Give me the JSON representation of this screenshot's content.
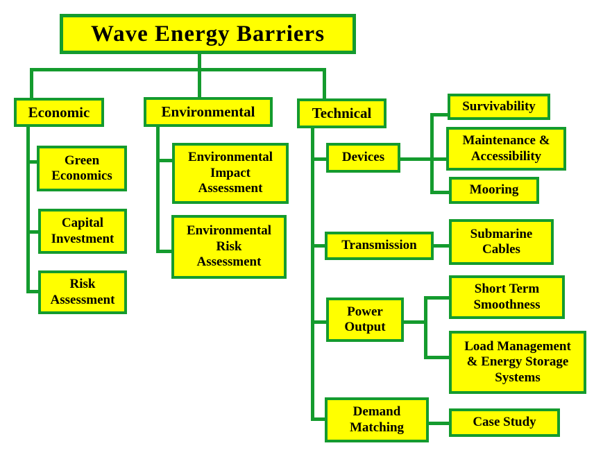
{
  "diagram": {
    "colors": {
      "box_fill": "#ffff00",
      "box_border": "#149b2e",
      "connector": "#149b2e",
      "text": "#000000",
      "background": "#ffffff"
    },
    "nodes": {
      "title": {
        "label": "Wave Energy Barriers"
      },
      "economic": {
        "label": "Economic"
      },
      "green_economics": {
        "label": "Green\nEconomics"
      },
      "capital_investment": {
        "label": "Capital\nInvestment"
      },
      "risk_assessment": {
        "label": "Risk\nAssessment"
      },
      "environmental": {
        "label": "Environmental"
      },
      "env_impact": {
        "label": "Environmental\nImpact\nAssessment"
      },
      "env_risk": {
        "label": "Environmental\nRisk\nAssessment"
      },
      "technical": {
        "label": "Technical"
      },
      "devices": {
        "label": "Devices"
      },
      "survivability": {
        "label": "Survivability"
      },
      "maintenance": {
        "label": "Maintenance &\nAccessibility"
      },
      "mooring": {
        "label": "Mooring"
      },
      "transmission": {
        "label": "Transmission"
      },
      "submarine_cables": {
        "label": "Submarine\nCables"
      },
      "power_output": {
        "label": "Power\nOutput"
      },
      "short_term": {
        "label": "Short Term\nSmoothness"
      },
      "load_mgmt": {
        "label": "Load Management\n& Energy Storage\nSystems"
      },
      "demand_matching": {
        "label": "Demand\nMatching"
      },
      "case_study": {
        "label": "Case Study"
      }
    },
    "hierarchy": {
      "root": "Wave Energy Barriers",
      "children": [
        {
          "label": "Economic",
          "children": [
            "Green Economics",
            "Capital Investment",
            "Risk Assessment"
          ]
        },
        {
          "label": "Environmental",
          "children": [
            "Environmental Impact Assessment",
            "Environmental Risk Assessment"
          ]
        },
        {
          "label": "Technical",
          "children": [
            {
              "label": "Devices",
              "children": [
                "Survivability",
                "Maintenance & Accessibility",
                "Mooring"
              ]
            },
            {
              "label": "Transmission",
              "children": [
                "Submarine Cables"
              ]
            },
            {
              "label": "Power Output",
              "children": [
                "Short Term Smoothness",
                "Load Management & Energy Storage Systems"
              ]
            },
            {
              "label": "Demand Matching",
              "children": [
                "Case Study"
              ]
            }
          ]
        }
      ]
    }
  }
}
